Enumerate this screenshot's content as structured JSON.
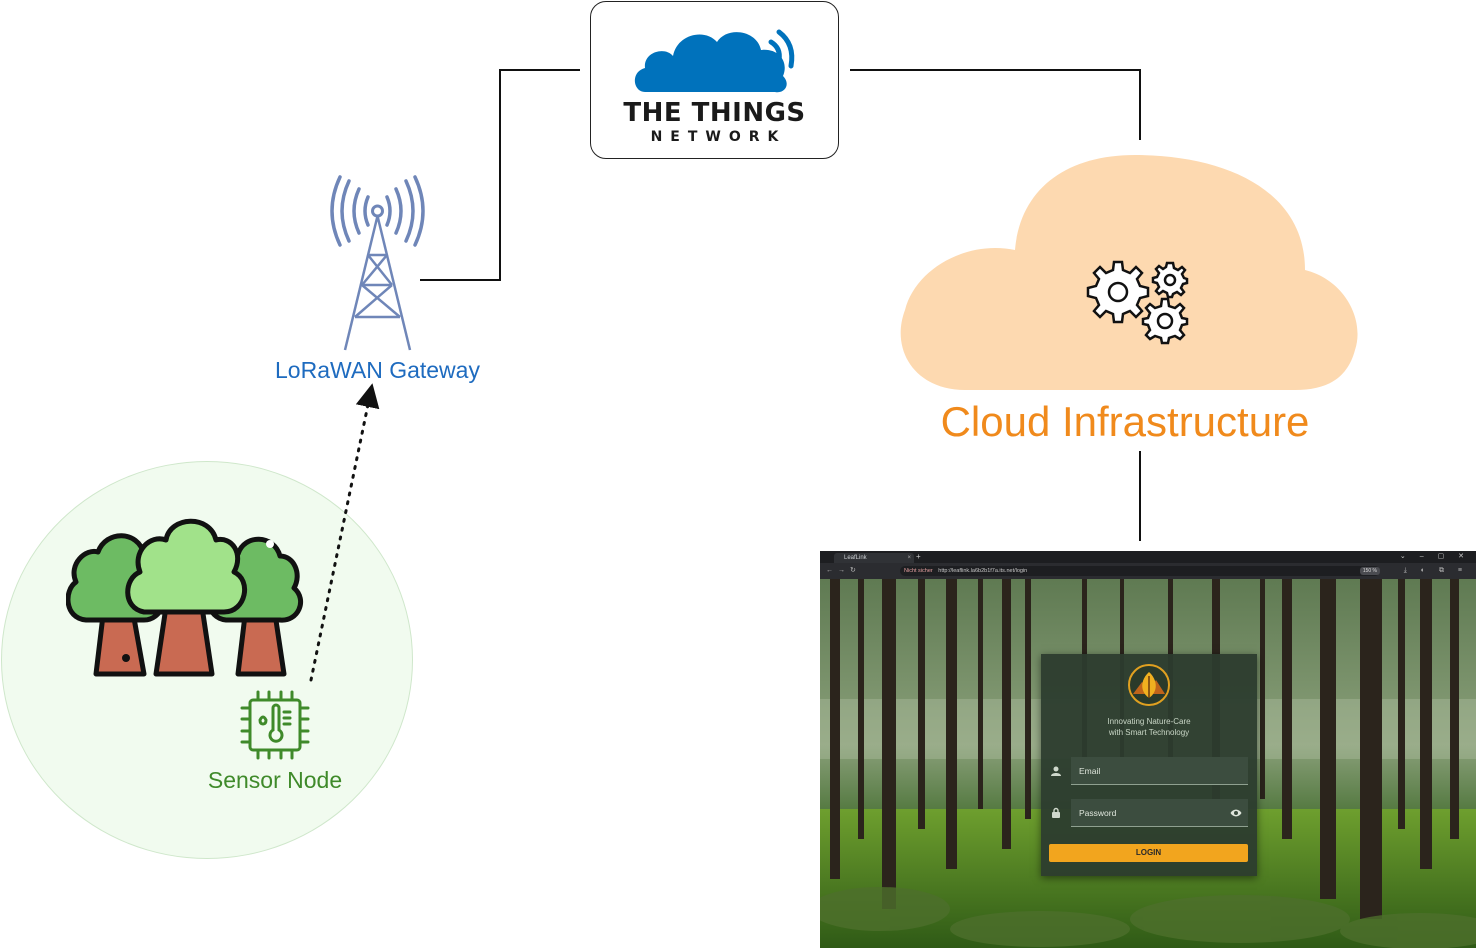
{
  "ttn": {
    "title": "THE THINGS",
    "subtitle": "NETWORK"
  },
  "gateway": {
    "label": "LoRaWAN Gateway"
  },
  "cloud": {
    "label": "Cloud Infrastructure"
  },
  "sensor": {
    "label": "Sensor Node"
  },
  "browser": {
    "tab_title": "LeafLink",
    "tab_close": "×",
    "new_tab": "+",
    "window_controls": "⌄ – ▢ ✕",
    "security_label": "Nicht sicher",
    "url": "http://leaflink.la6b2b1f7a.its.net/login",
    "zoom": "150 %",
    "toolbar_icons": "⤓ ◐ ⧉ ≡"
  },
  "login": {
    "tagline": "Innovating Nature-Care\nwith Smart Technology",
    "email_placeholder": "Email",
    "password_placeholder": "Password",
    "button_label": "LOGIN"
  },
  "colors": {
    "ttn_blue": "#0072bc",
    "gateway_blue": "#1e6bbf",
    "tower_blue": "#6f86b8",
    "cloud_peach": "#fdd9b0",
    "cloud_label_orange": "#f08a1c",
    "sensor_green": "#3f8a2a",
    "forest_circle_fill": "#f1fbef",
    "login_button": "#f2a51e"
  },
  "icons": [
    "ttn-cloud-icon",
    "radio-tower-icon",
    "gears-icon",
    "tree-icon",
    "sensor-chip-icon",
    "user-icon",
    "lock-icon",
    "eye-icon",
    "leaf-logo-icon"
  ]
}
